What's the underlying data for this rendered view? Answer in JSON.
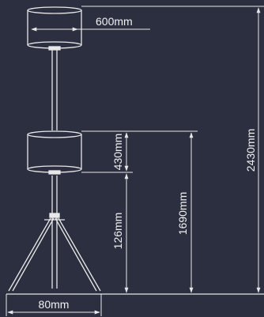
{
  "dimensions": {
    "shade_width": "600mm",
    "total_height": "2430mm",
    "shade_height": "430mm",
    "height_to_lower_shade": "1690mm",
    "tripod_height": "126mm",
    "tripod_base_width": "80mm"
  },
  "colors": {
    "background": "#2b2f3f",
    "line": "#e8e8e8",
    "text": "#f2f2f2"
  }
}
